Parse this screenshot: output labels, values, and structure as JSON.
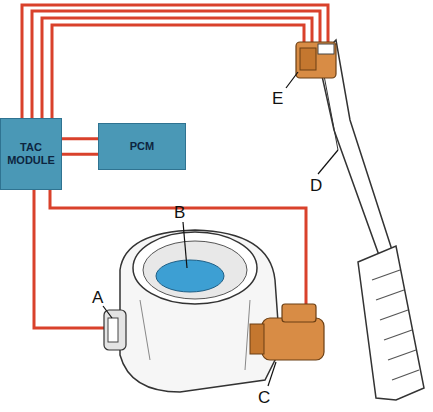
{
  "diagram": {
    "nodes": [
      {
        "text": [
          "TAC MODULE"
        ]
      },
      {
        "text": [
          "PCM"
        ]
      }
    ],
    "edges": [
      {
        "from": 0,
        "to": 1,
        "arrow": "none"
      },
      {
        "from": 0,
        "to": 1,
        "arrow": "none"
      }
    ],
    "labels": [
      "A",
      "B",
      "C",
      "D",
      "E"
    ]
  }
}
